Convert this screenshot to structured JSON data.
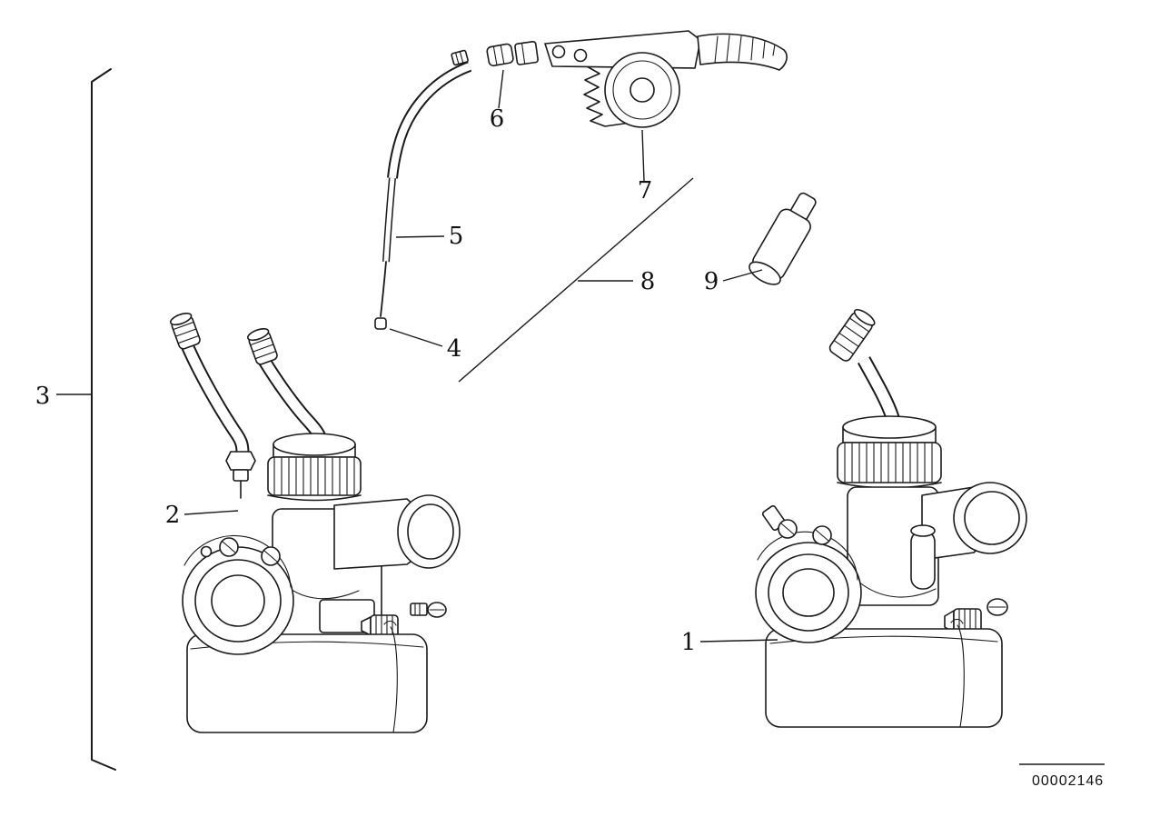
{
  "diagram": {
    "background": "#ffffff",
    "line_color": "#1a1a1a",
    "id_label": "00002146",
    "callouts": [
      {
        "label": "1"
      },
      {
        "label": "2"
      },
      {
        "label": "3"
      },
      {
        "label": "4"
      },
      {
        "label": "5"
      },
      {
        "label": "6"
      },
      {
        "label": "7"
      },
      {
        "label": "8"
      },
      {
        "label": "9"
      }
    ]
  }
}
